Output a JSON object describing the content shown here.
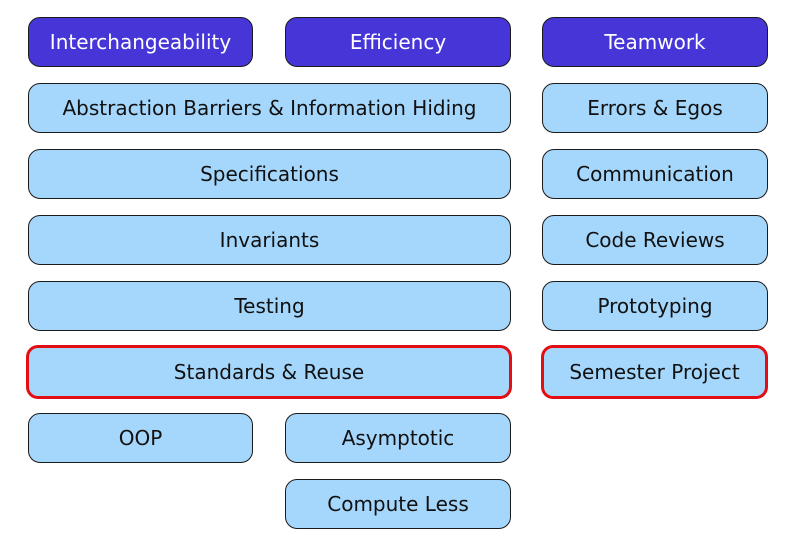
{
  "headers": {
    "interchangeability": "Interchangeability",
    "efficiency": "Efficiency",
    "teamwork": "Teamwork"
  },
  "left_column": [
    "Abstraction Barriers & Information Hiding",
    "Specifications",
    "Invariants",
    "Testing",
    "Standards & Reuse"
  ],
  "right_column": [
    "Errors & Egos",
    "Communication",
    "Code Reviews",
    "Prototyping",
    "Semester Project"
  ],
  "bottom": {
    "oop": "OOP",
    "asymptotic": "Asymptotic",
    "compute_less": "Compute Less"
  },
  "colors": {
    "header_fill": "#4636d8",
    "item_fill": "#a5d6fb",
    "highlight_border": "#e30e14"
  }
}
